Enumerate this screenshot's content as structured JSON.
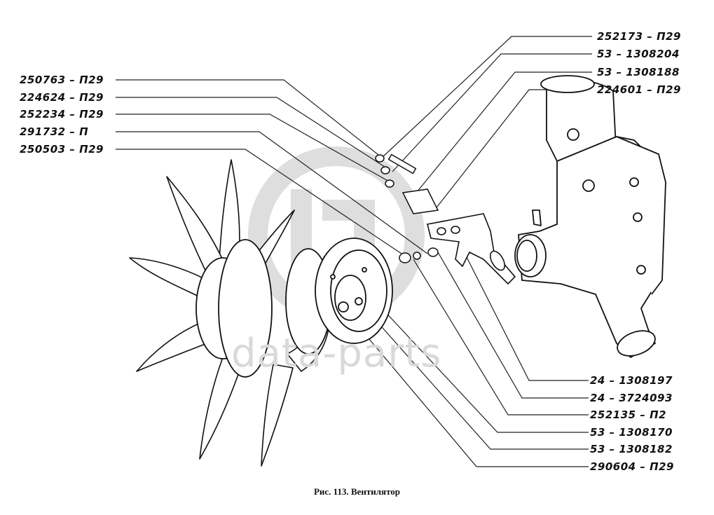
{
  "figure": {
    "caption": "Рис. 113. Вентилятор"
  },
  "watermark": {
    "text": "data-parts"
  },
  "labels_left": [
    "250763 – П29",
    "224624 – П29",
    "252234 – П29",
    "291732 – П",
    "250503 – П29"
  ],
  "labels_right": [
    "252173 – П29",
    "53 – 1308204",
    "53 – 1308188",
    "224601 – П29"
  ],
  "labels_bottom": [
    "24 – 1308197",
    "24 – 3724093",
    "252135 – П2",
    "53 – 1308170",
    "53 – 1308182",
    "290604 – П29"
  ]
}
